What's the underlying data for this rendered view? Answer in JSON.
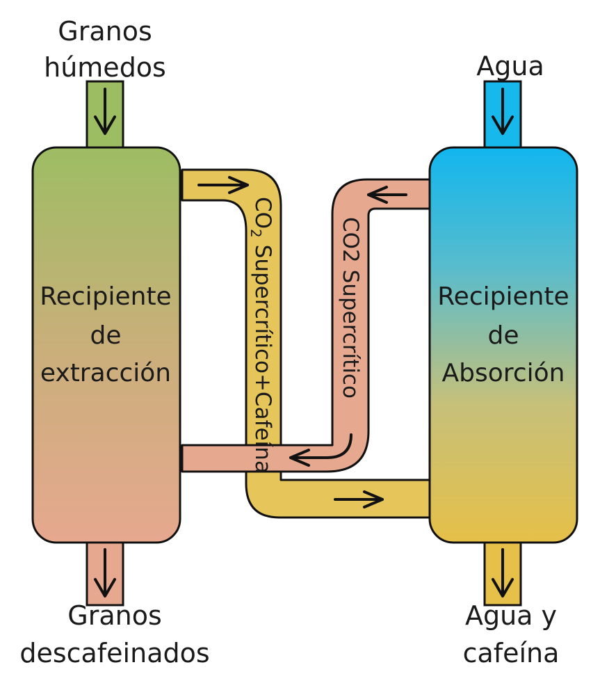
{
  "inputs": {
    "wet_beans": [
      "Granos",
      "húmedos"
    ],
    "water": "Agua"
  },
  "outputs": {
    "decaf_beans": [
      "Granos",
      "descafeinados"
    ],
    "water_caffeine": [
      "Agua y",
      "cafeína"
    ]
  },
  "vessels": {
    "extraction": [
      "Recipiente",
      "de",
      "extracción"
    ],
    "absorption": [
      "Recipiente",
      "de",
      "Absorción"
    ]
  },
  "pipes": {
    "co2_caffeine_prefix": "CO",
    "co2_caffeine_subscript": "2",
    "co2_caffeine_suffix": " Supercrítico+Cafeína",
    "co2_return": "CO2 Supercrítico"
  },
  "colors": {
    "green": "#9dbd63",
    "salmon": "#e6a88f",
    "yellow": "#e6c55a",
    "blue": "#17b8ec",
    "outline": "#111111"
  }
}
